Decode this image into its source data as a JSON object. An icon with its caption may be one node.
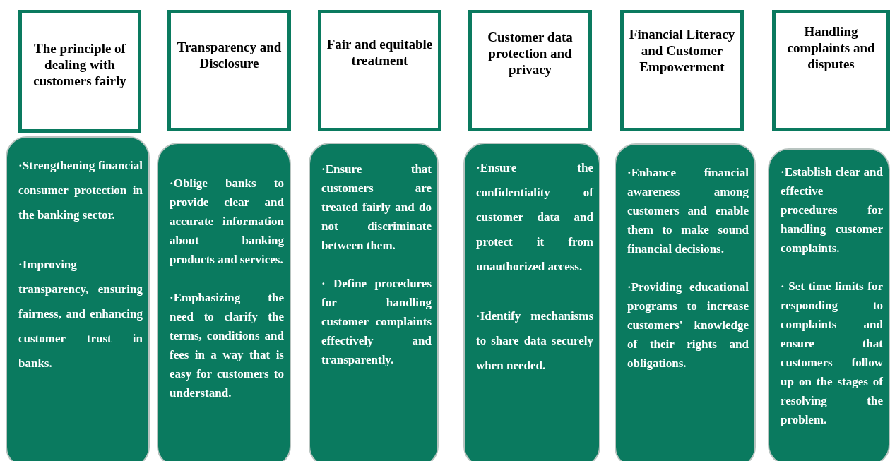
{
  "diagram": {
    "nodes": [
      {
        "text": [
          "The principle of dealing with customers fairly"
        ]
      },
      {
        "text": [
          "·Strengthening financial consumer protection in the banking sector.",
          "·Improving transparency, ensuring fairness, and enhancing customer trust in banks."
        ]
      },
      {
        "text": [
          "Transparency and Disclosure"
        ]
      },
      {
        "text": [
          "·Oblige banks to provide clear and accurate information about banking products and services.",
          "·Emphasizing the need to clarify the terms, conditions and fees in a way that is easy for customers to understand."
        ]
      },
      {
        "text": [
          "Fair and equitable treatment"
        ]
      },
      {
        "text": [
          "·Ensure that customers are treated fairly and do not discriminate between them.",
          "· Define procedures for handling customer complaints effectively and transparently."
        ]
      },
      {
        "text": [
          "Customer data protection and privacy"
        ]
      },
      {
        "text": [
          "·Ensure the confidentiality of customer data and protect it from unauthorized access.",
          "·Identify mechanisms to share data securely when needed."
        ]
      },
      {
        "text": [
          "Financial Literacy and Customer Empowerment"
        ]
      },
      {
        "text": [
          "·Enhance financial awareness among customers and enable them to make sound financial decisions.",
          "·Providing educational programs to increase customers' knowledge of their rights and obligations."
        ]
      },
      {
        "text": [
          "Handling complaints and disputes"
        ]
      },
      {
        "text": [
          "·Establish clear and effective procedures for handling customer complaints.",
          "· Set time limits for responding to complaints and ensure that customers follow up on the stages of resolving the problem."
        ]
      }
    ]
  }
}
